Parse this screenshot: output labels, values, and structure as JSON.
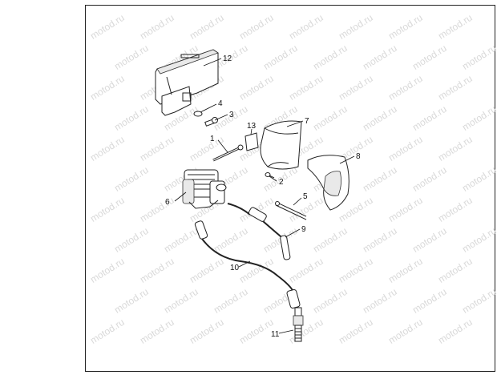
{
  "watermark": "motod.ru",
  "callouts": {
    "c1": "1",
    "c2": "2",
    "c3": "3",
    "c4": "4",
    "c5": "5",
    "c6": "6",
    "c7": "7",
    "c8": "8",
    "c9": "9",
    "c10": "10",
    "c11": "11",
    "c12": "12",
    "c13": "13"
  }
}
